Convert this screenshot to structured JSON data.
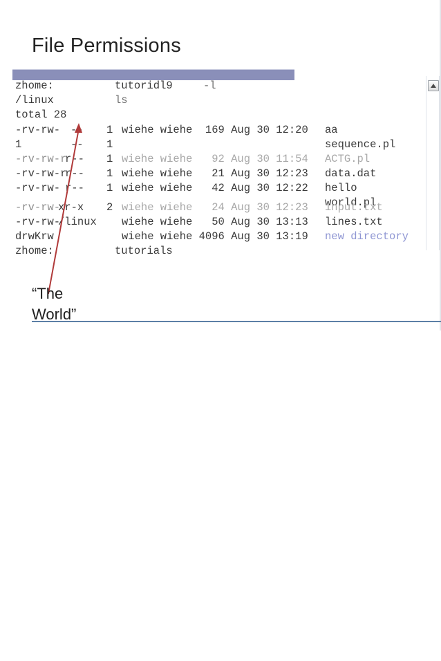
{
  "slide": {
    "title": "File Permissions",
    "caption_line1": "“The",
    "caption_line2": "World”",
    "accent_color": "#8a8fb9",
    "rule_color": "#5b7fa6",
    "arrow_color": "#b03a3a",
    "directory_color": "#8f96d3"
  },
  "terminal": {
    "prompt_line1_left": "zhome:",
    "prompt_line1_cmd": "tutoridl9",
    "prompt_line1_flag": "-l",
    "prompt_line2_left": "/linux",
    "prompt_line2_cmd": "ls",
    "total_line": "total 28",
    "prompt_tail_left": "zhome:",
    "prompt_tail_cmd": "tutorials",
    "ghost_fragments": [
      "-rv-rw-",
      "1",
      "-rv-rw-r",
      "-rv-rw-r",
      "-rv-rw-",
      "-rv-rw-",
      "-rv-rw-",
      "drwKrw",
      "--",
      "r--",
      "r--",
      "r--",
      "xr-x",
      "/linux"
    ],
    "link_counts": [
      "1",
      "1",
      "1",
      "1",
      "1",
      "2"
    ],
    "rows": [
      {
        "owner": "wiehe",
        "group": "wiehe",
        "size": "169",
        "month": "Aug",
        "day": "30",
        "time": "12:20",
        "name": "aa",
        "name2": "sequence.pl",
        "dim": false
      },
      {
        "owner": "wiehe",
        "group": "wiehe",
        "size": "92",
        "month": "Aug",
        "day": "30",
        "time": "11:54",
        "name": "ACTG.pl",
        "name2": "",
        "dim": true
      },
      {
        "owner": "wiehe",
        "group": "wiehe",
        "size": "21",
        "month": "Aug",
        "day": "30",
        "time": "12:23",
        "name": "data.dat",
        "name2": "",
        "dim": false
      },
      {
        "owner": "wiehe",
        "group": "wiehe",
        "size": "42",
        "month": "Aug",
        "day": "30",
        "time": "12:22",
        "name": "hello",
        "name2": "world.pl",
        "dim": false
      },
      {
        "owner": "wiehe",
        "group": "wiehe",
        "size": "24",
        "month": "Aug",
        "day": "30",
        "time": "12:23",
        "name": "input.txt",
        "name2": "",
        "dim": true
      },
      {
        "owner": "wiehe",
        "group": "wiehe",
        "size": "50",
        "month": "Aug",
        "day": "30",
        "time": "13:13",
        "name": "lines.txt",
        "name2": "",
        "dim": false
      },
      {
        "owner": "wiehe",
        "group": "wiehe",
        "size": "4096",
        "month": "Aug",
        "day": "30",
        "time": "13:19",
        "name": "new directory",
        "name2": "",
        "dim": false,
        "is_dir": true
      }
    ]
  },
  "scrollbar": {
    "up_arrow_icon": "scroll-up-icon"
  }
}
